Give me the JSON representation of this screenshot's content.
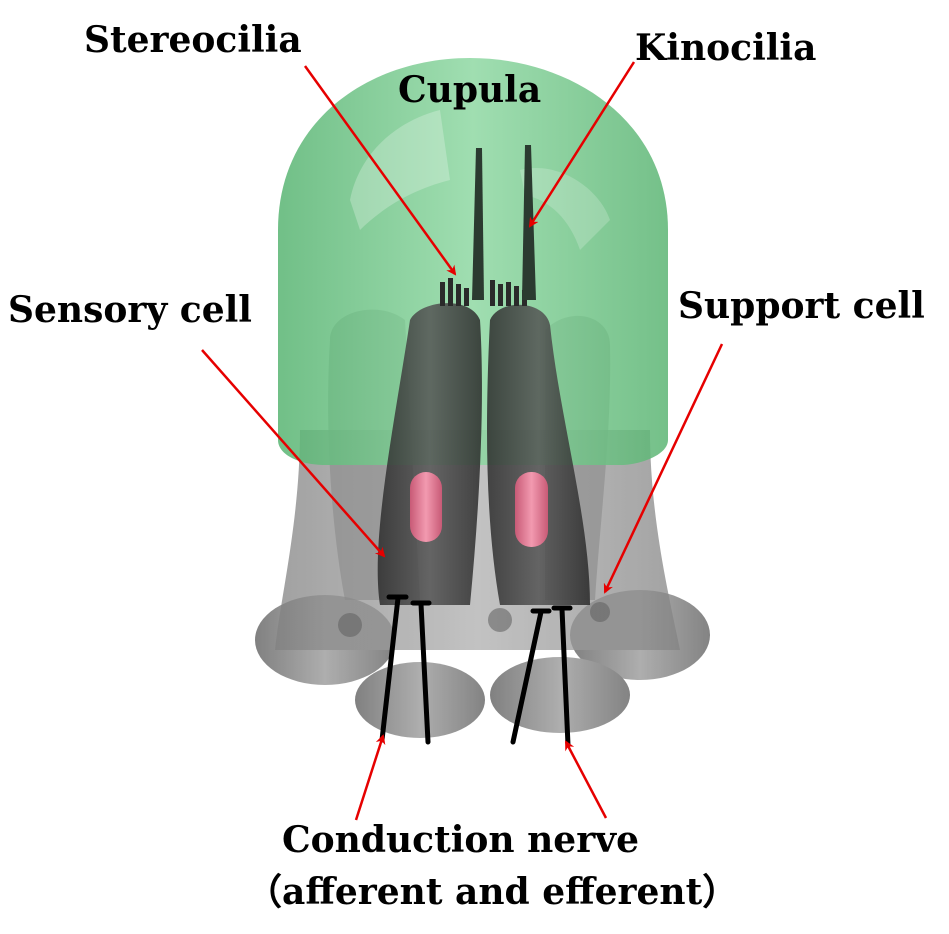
{
  "labels": {
    "stereocilia": "Stereocilia",
    "kinocilia": "Kinocilia",
    "cupula": "Cupula",
    "sensory_cell": "Sensory cell",
    "support_cell": "Support cell",
    "conduction_nerve": "Conduction nerve",
    "afferent_efferent": "（afferent and efferent）"
  },
  "colors": {
    "cupula": "#74c98c",
    "cell": "#7a7a7a",
    "nucleus": "#e0708c",
    "arrow": "#e60000",
    "nerve": "#000000"
  }
}
